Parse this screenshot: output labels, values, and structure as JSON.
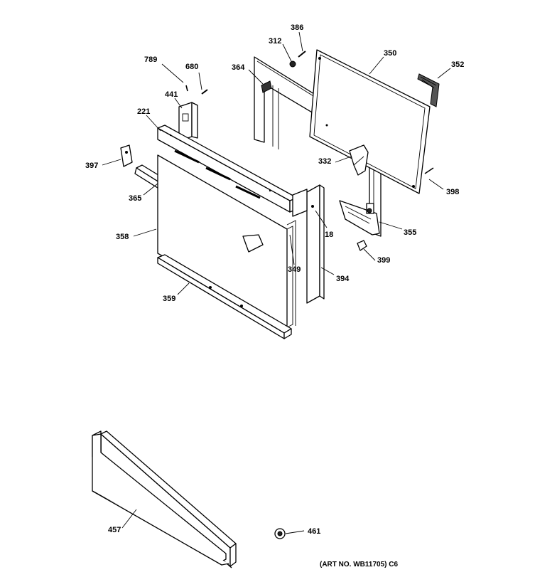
{
  "callouts": {
    "c386": "386",
    "c312": "312",
    "c350": "350",
    "c352": "352",
    "c789": "789",
    "c680": "680",
    "c364": "364",
    "c441": "441",
    "c221": "221",
    "c397": "397",
    "c332": "332",
    "c398": "398",
    "c365": "365",
    "c358": "358",
    "c18": "18",
    "c355": "355",
    "c399": "399",
    "c349": "349",
    "c394": "394",
    "c359": "359",
    "c457": "457",
    "c461": "461"
  },
  "art_number": "(ART NO. WB11705) C6"
}
